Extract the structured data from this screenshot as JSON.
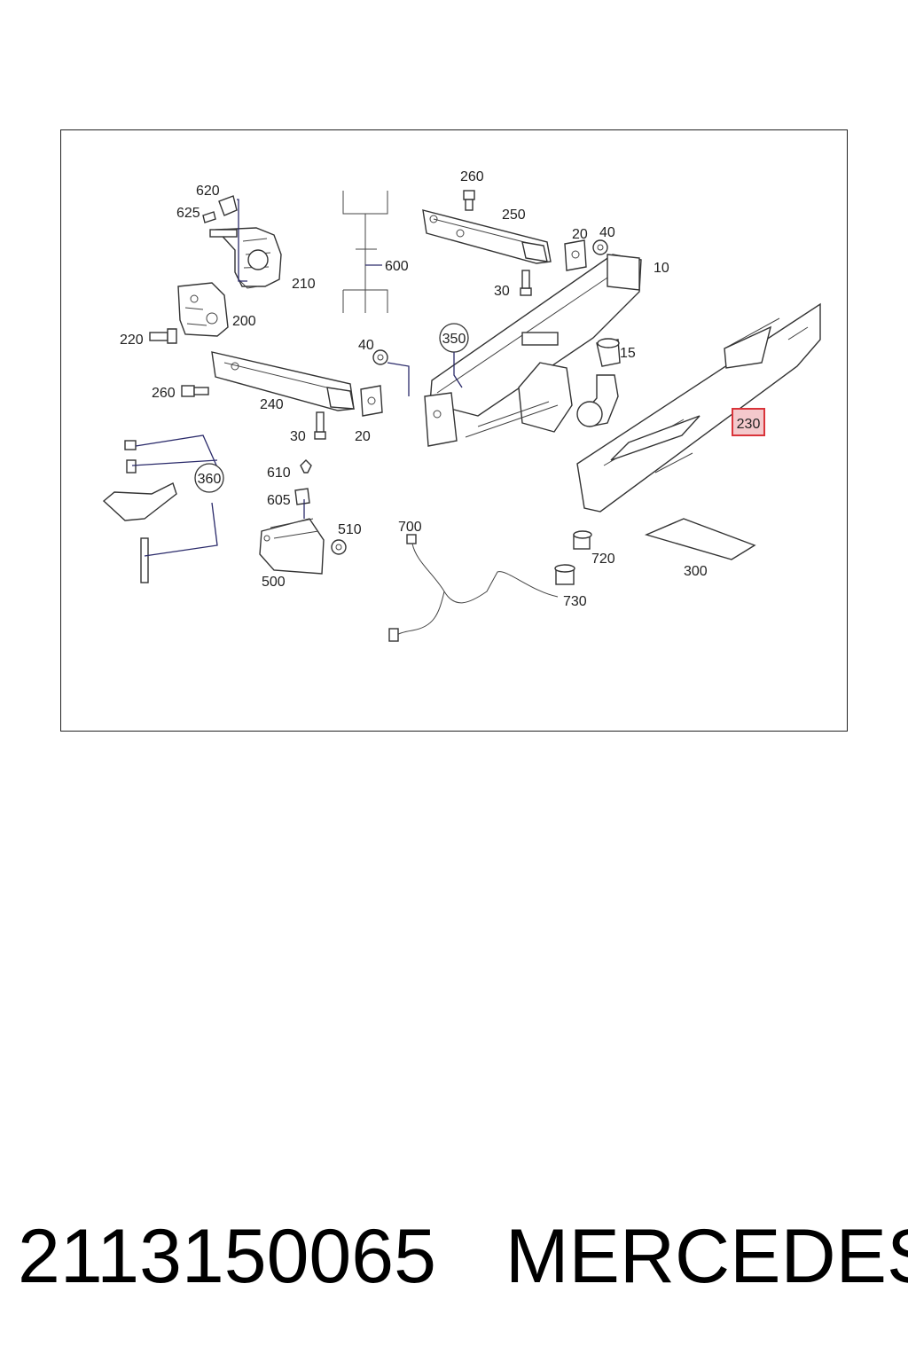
{
  "diagram": {
    "part_labels": {
      "p10": "10",
      "p15": "15",
      "p20a": "20",
      "p20b": "20",
      "p30a": "30",
      "p30b": "30",
      "p40a": "40",
      "p40b": "40",
      "p200": "200",
      "p210": "210",
      "p220": "220",
      "p230": "230",
      "p240": "240",
      "p250": "250",
      "p260a": "260",
      "p260b": "260",
      "p300": "300",
      "p350": "350",
      "p360": "360",
      "p500": "500",
      "p510": "510",
      "p600": "600",
      "p605": "605",
      "p610": "610",
      "p620": "620",
      "p625": "625",
      "p700": "700",
      "p720": "720",
      "p730": "730"
    },
    "highlighted_part": "230",
    "highlight_color": "#d9343a",
    "highlight_fill": "#f4c9cc"
  },
  "footer": {
    "part_number": "2113150065",
    "brand": "MERCEDES"
  }
}
